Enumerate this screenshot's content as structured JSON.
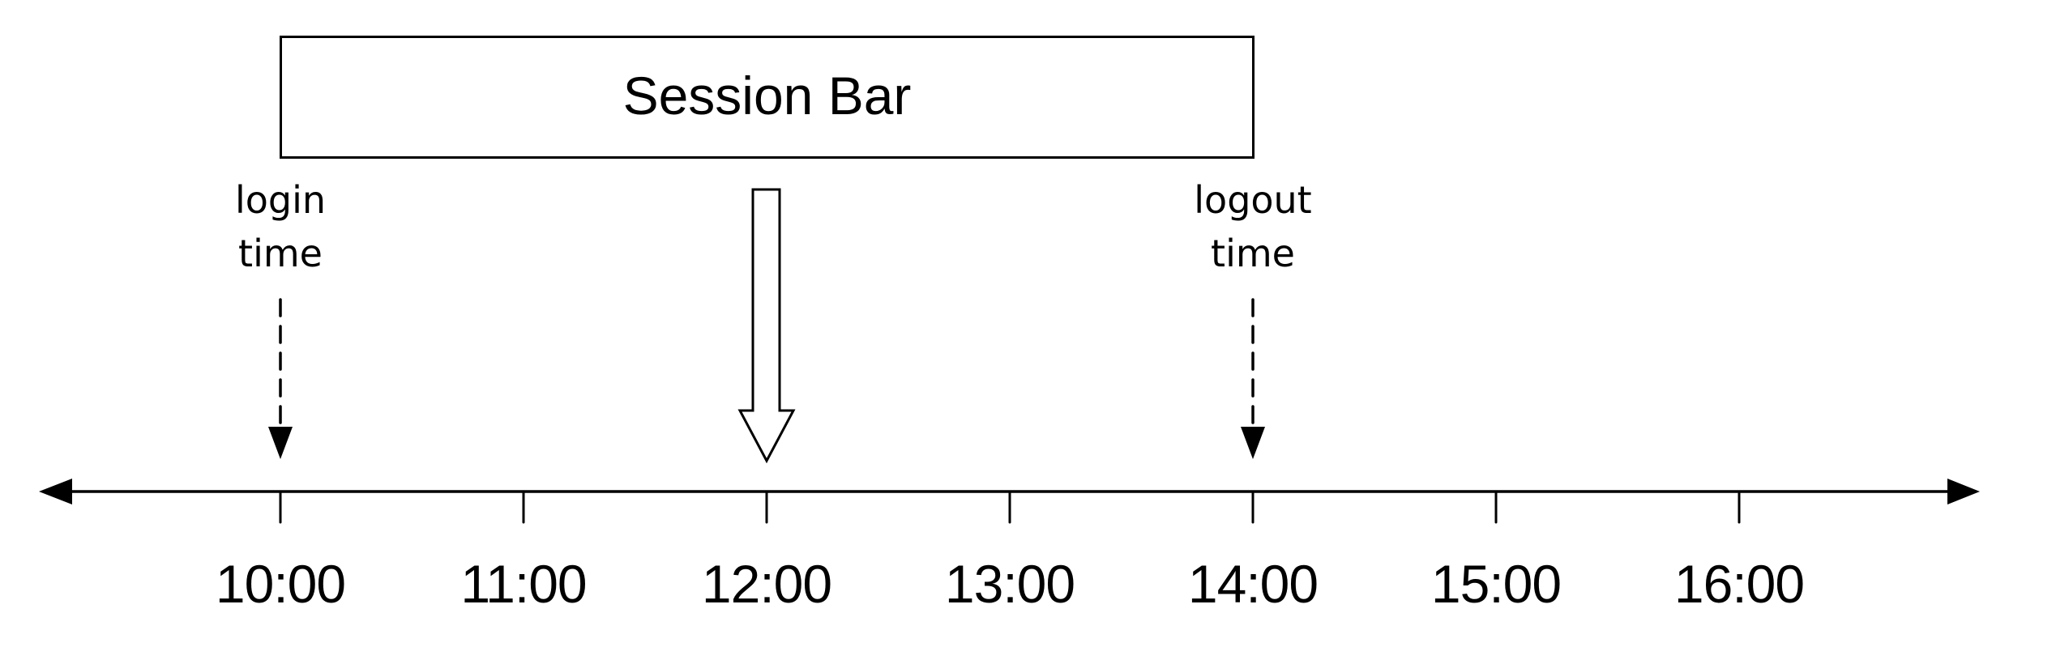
{
  "diagram": {
    "title": "Session Bar",
    "session_bar": {
      "label": "Session Bar",
      "start": "10:00",
      "end": "14:00"
    },
    "markers": [
      {
        "id": "login",
        "line1": "login",
        "line2": "time",
        "time": "10:00",
        "style": "dashed-arrow"
      },
      {
        "id": "logout",
        "line1": "logout",
        "line2": "time",
        "time": "14:00",
        "style": "dashed-arrow"
      }
    ],
    "pointer": {
      "time": "12:00",
      "style": "hollow-block-arrow"
    },
    "axis": {
      "ticks": [
        "10:00",
        "11:00",
        "12:00",
        "13:00",
        "14:00",
        "15:00",
        "16:00"
      ],
      "double_headed": true
    },
    "colors": {
      "stroke": "#000000",
      "background": "#ffffff"
    }
  }
}
